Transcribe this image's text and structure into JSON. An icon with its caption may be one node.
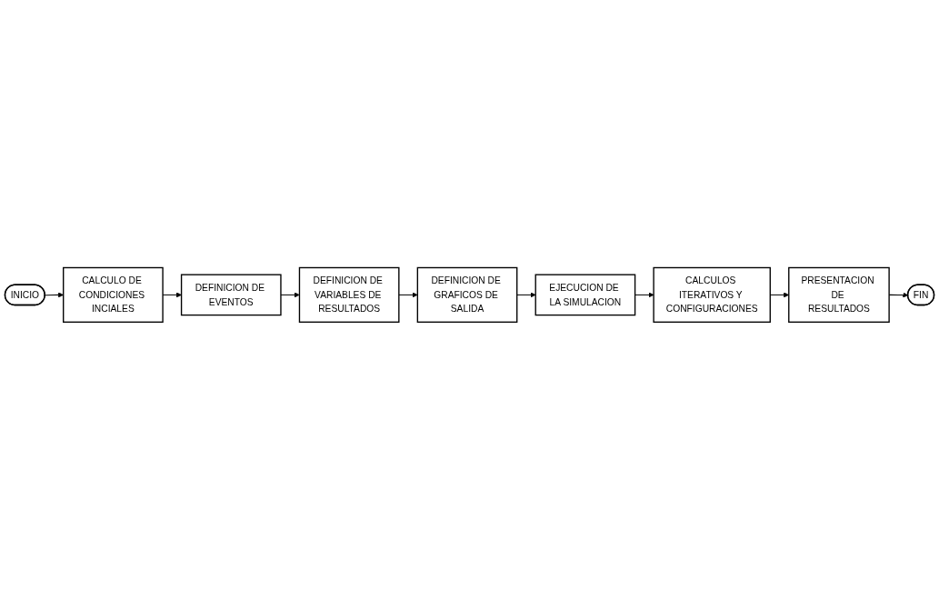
{
  "diagram": {
    "nodes": [
      {
        "text": [
          "INICIO"
        ]
      },
      {
        "text": [
          "CALCULO DE CONDICIONES INCIALES"
        ]
      },
      {
        "text": [
          "DEFINICION DE EVENTOS"
        ]
      },
      {
        "text": [
          "DEFINICION DE VARIABLES DE RESULTADOS"
        ]
      },
      {
        "text": [
          "DEFINICION DE GRAFICOS DE SALIDA"
        ]
      },
      {
        "text": [
          "EJECUCION DE LA SIMULACION"
        ]
      },
      {
        "text": [
          "CALCULOS ITERATIVOS Y CONFIGURACIONES"
        ]
      },
      {
        "text": [
          "PRESENTACION DE RESULTADOS"
        ]
      },
      {
        "text": [
          "FIN"
        ]
      }
    ],
    "edges": [
      {
        "from": 0,
        "to": 1,
        "arrow": "to"
      },
      {
        "from": 1,
        "to": 2,
        "arrow": "to"
      },
      {
        "from": 2,
        "to": 3,
        "arrow": "to"
      },
      {
        "from": 3,
        "to": 4,
        "arrow": "to"
      },
      {
        "from": 4,
        "to": 5,
        "arrow": "to"
      },
      {
        "from": 5,
        "to": 6,
        "arrow": "to"
      },
      {
        "from": 6,
        "to": 7,
        "arrow": "to"
      },
      {
        "from": 7,
        "to": 8,
        "arrow": "to"
      }
    ]
  }
}
